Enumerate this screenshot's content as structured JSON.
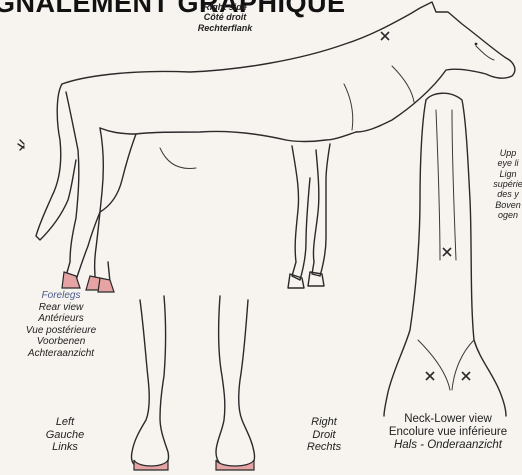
{
  "title": "GNALEMENT GRAPHIQUE",
  "right_side": {
    "lines": [
      "Right side",
      "Côté droit",
      "Rechterflank"
    ]
  },
  "forelegs_rear": {
    "lines": [
      "Forelegs",
      "Rear view",
      "Antérieurs",
      "Vue postérieure",
      "Voorbenen",
      "Achteraanzicht"
    ]
  },
  "left_label": {
    "lines": [
      "Left",
      "Gauche",
      "Links"
    ]
  },
  "right_label": {
    "lines": [
      "Right",
      "Droit",
      "Rechts"
    ]
  },
  "neck_lower": {
    "lines": [
      "Neck-Lower view",
      "Encolure vue inférieure",
      "Hals - Onderaanzicht"
    ]
  },
  "upper_eye": {
    "lines": [
      "Upp",
      "eye li",
      "Lign",
      "supérie",
      "des y",
      "Boven",
      "ogen"
    ]
  },
  "colors": {
    "hoof_marking": "#e6a3a3",
    "ink": "#2a2a2a",
    "paper": "#f7f4ef"
  },
  "icons": [
    "horse-side-drawing",
    "forelegs-rear-drawing",
    "neck-lower-drawing",
    "whorl-mark-icon"
  ]
}
